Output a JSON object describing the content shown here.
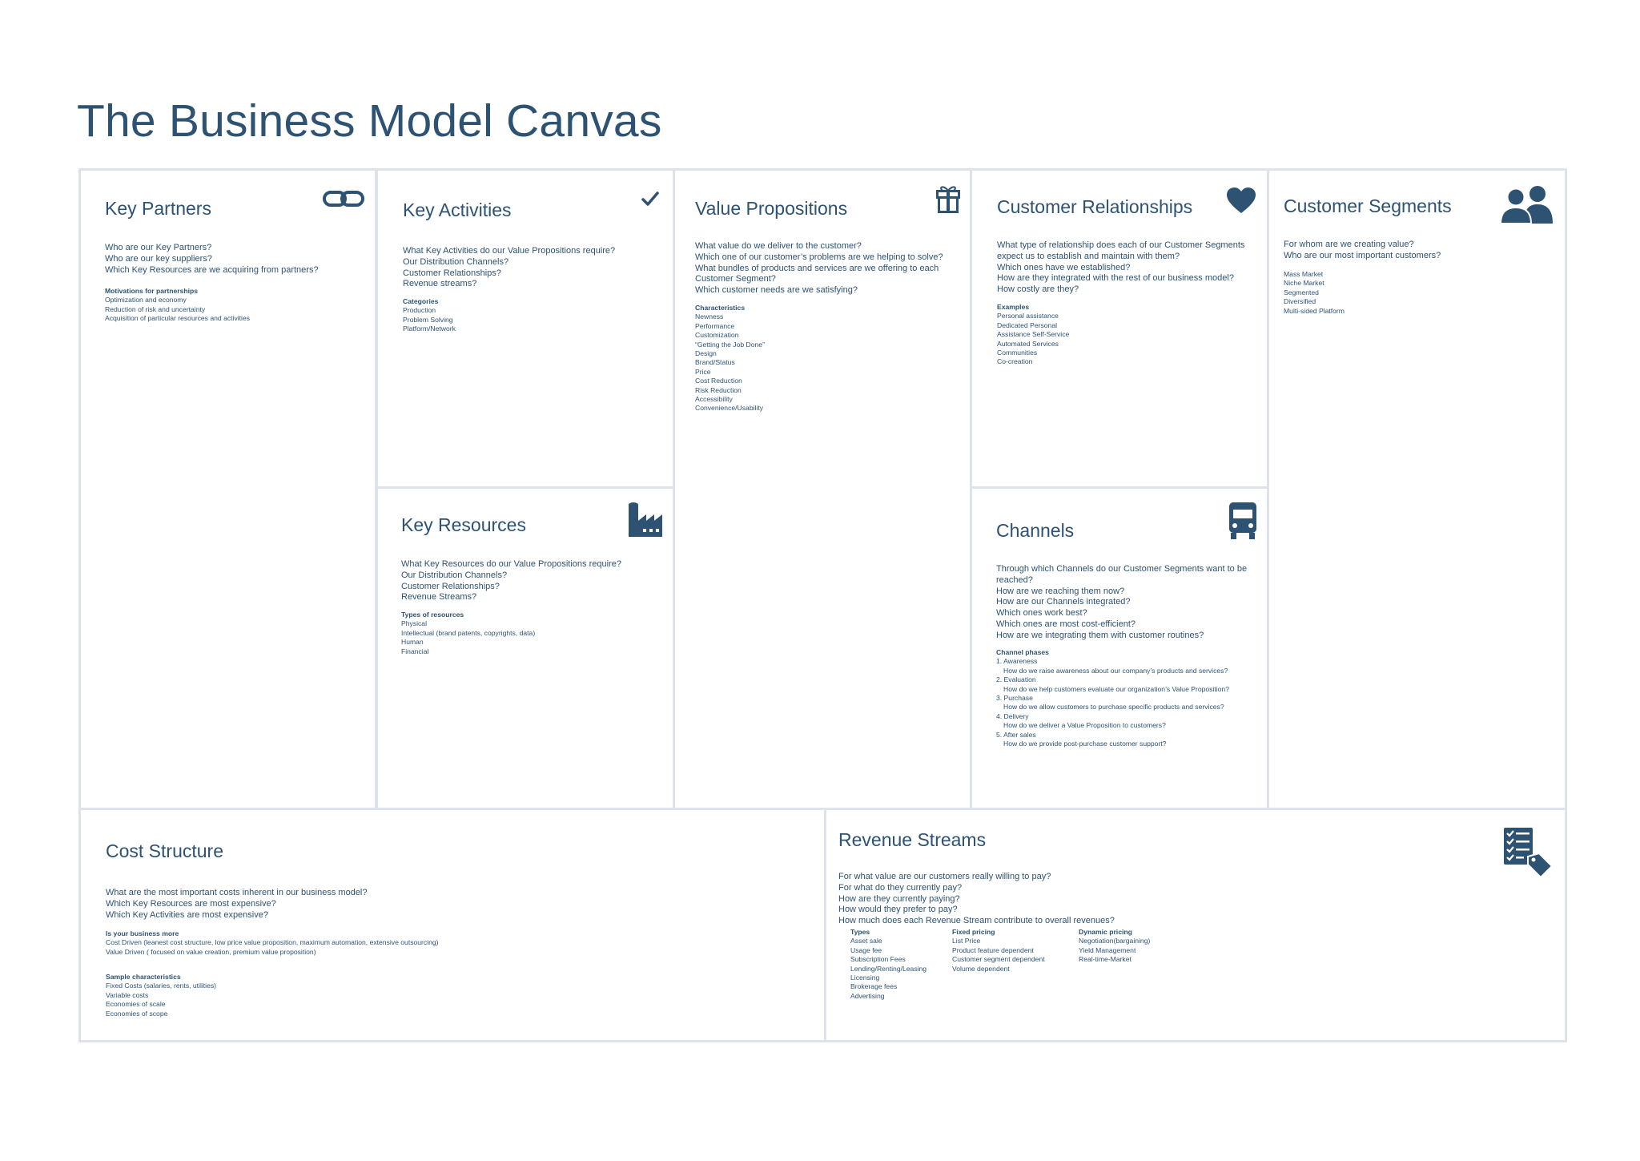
{
  "title": "The Business Model Canvas",
  "colors": {
    "primary": "#2d5272",
    "border": "#dde3e8",
    "background": "#ffffff"
  },
  "key_partners": {
    "title": "Key Partners",
    "icon": "link-icon",
    "questions": [
      "Who are our Key Partners?",
      "Who are our key suppliers?",
      "Which Key Resources are we acquiring from partners?"
    ],
    "sub_heading": "Motivations for partnerships",
    "items": [
      "Optimization and economy",
      "Reduction of risk and uncertainty",
      "Acquisition of particular resources and activities"
    ]
  },
  "key_activities": {
    "title": "Key Activities",
    "icon": "checkmark-icon",
    "questions": [
      "What Key Activities do our Value Propositions require?",
      "Our Distribution Channels?",
      "Customer Relationships?",
      "Revenue streams?"
    ],
    "sub_heading": "Categories",
    "items": [
      "Production",
      "Problem Solving",
      "Platform/Network"
    ]
  },
  "key_resources": {
    "title": "Key Resources",
    "icon": "factory-icon",
    "questions": [
      "What Key Resources do our Value Propositions require?",
      "Our Distribution Channels?",
      "Customer Relationships?",
      "Revenue Streams?"
    ],
    "sub_heading": "Types of resources",
    "items": [
      "Physical",
      "Intellectual (brand patents, copyrights, data)",
      "Human",
      "Financial"
    ]
  },
  "value_propositions": {
    "title": "Value Propositions",
    "icon": "gift-icon",
    "questions": [
      "What value do we deliver to the customer?",
      "Which one of our customer’s problems are we helping to solve?",
      "What bundles of products and services are we offering to each",
      "Customer Segment?",
      "Which customer needs are we satisfying?"
    ],
    "sub_heading": "Characteristics",
    "items": [
      "Newness",
      "Performance",
      "Customization",
      "“Getting the Job Done”",
      "Design",
      "Brand/Status",
      "Price",
      "Cost Reduction",
      "Risk Reduction",
      "Accessibility",
      "Convenience/Usability"
    ]
  },
  "customer_relationships": {
    "title": "Customer Relationships",
    "icon": "heart-icon",
    "questions": [
      "What type of relationship does each of our Customer Segments",
      "expect us to establish and maintain with them?",
      "Which ones have we established?",
      "How are they integrated with the rest of our business model?",
      "How costly are they?"
    ],
    "sub_heading": "Examples",
    "items": [
      "Personal assistance",
      "Dedicated Personal",
      "Assistance Self-Service",
      "Automated Services",
      "Communities",
      "Co-creation"
    ]
  },
  "channels": {
    "title": "Channels",
    "icon": "truck-icon",
    "questions": [
      "Through which Channels do our Customer Segments want to be",
      "reached?",
      "How are we reaching them now?",
      "How are our Channels integrated?",
      "Which ones work best?",
      "Which ones are most cost-efficient?",
      "How are we integrating them with customer routines?"
    ],
    "sub_heading": "Channel phases",
    "phases": [
      {
        "label": "1. Awareness",
        "detail": "How do we raise awareness about our company’s products and services?"
      },
      {
        "label": "2. Evaluation",
        "detail": "How do we help customers evaluate our organization’s Value Proposition?"
      },
      {
        "label": "3. Purchase",
        "detail": "How do we allow customers to purchase specific products and services?"
      },
      {
        "label": "4. Delivery",
        "detail": "How do we deliver a Value Proposition to customers?"
      },
      {
        "label": "5. After sales",
        "detail": "How do we provide post-purchase customer support?"
      }
    ]
  },
  "customer_segments": {
    "title": "Customer Segments",
    "icon": "users-icon",
    "questions": [
      "For whom are we creating value?",
      "Who are our most important customers?"
    ],
    "items": [
      "Mass Market",
      "Niche Market",
      "Segmented",
      "Diversified",
      "Multi-sided Platform"
    ]
  },
  "cost_structure": {
    "title": "Cost Structure",
    "questions": [
      "What are the most important costs inherent in our business model?",
      "Which Key Resources are most expensive?",
      "Which Key Activities are most expensive?"
    ],
    "sub_heading": "Is your business more",
    "items": [
      "Cost Driven (leanest cost structure, low price value proposition, maximum automation, extensive outsourcing)",
      "Value Driven ( focused on value creation, premium value proposition)"
    ],
    "sub_heading_2": "Sample characteristics",
    "items_2": [
      "Fixed Costs (salaries, rents, utilities)",
      "Variable costs",
      "Economies of scale",
      "Economies of scope"
    ]
  },
  "revenue_streams": {
    "title": "Revenue Streams",
    "icon": "price-list-icon",
    "questions": [
      "For what value are our customers really willing to pay?",
      "For what do they currently pay?",
      "How are they currently paying?",
      "How would they prefer to pay?",
      "How much does each Revenue Stream contribute to overall revenues?"
    ],
    "columns": [
      {
        "heading": "Types",
        "items": [
          "Asset sale",
          "Usage fee",
          "Subscription Fees",
          "Lending/Renting/Leasing",
          "Licensing",
          "Brokerage fees",
          "Advertising"
        ]
      },
      {
        "heading": "Fixed pricing",
        "items": [
          "List Price",
          "Product feature dependent",
          "Customer segment dependent",
          "Volume dependent"
        ]
      },
      {
        "heading": "Dynamic pricing",
        "items": [
          "Negotiation(bargaining)",
          "Yield Management",
          "Real-time-Market"
        ]
      }
    ]
  }
}
